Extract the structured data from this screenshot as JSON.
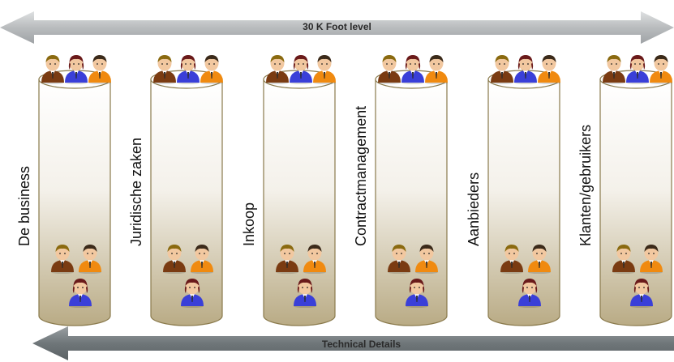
{
  "top_arrow": {
    "label": "30 K Foot level"
  },
  "bottom_arrow": {
    "label": "Technical Details"
  },
  "silos": [
    {
      "label": "De business"
    },
    {
      "label": "Juridische zaken"
    },
    {
      "label": "Inkoop"
    },
    {
      "label": "Contractmanagement"
    },
    {
      "label": "Aanbieders"
    },
    {
      "label": "Klanten/gebruikers"
    }
  ],
  "colors": {
    "arrow_top": "#c9ccce",
    "arrow_bottom": "#7d8488",
    "cylinder_rim": "#8a7a4c",
    "shirt_brown": "#7a3b12",
    "shirt_blue": "#3a3fd8",
    "shirt_orange": "#f08a10",
    "skin": "#f2c8a0"
  }
}
